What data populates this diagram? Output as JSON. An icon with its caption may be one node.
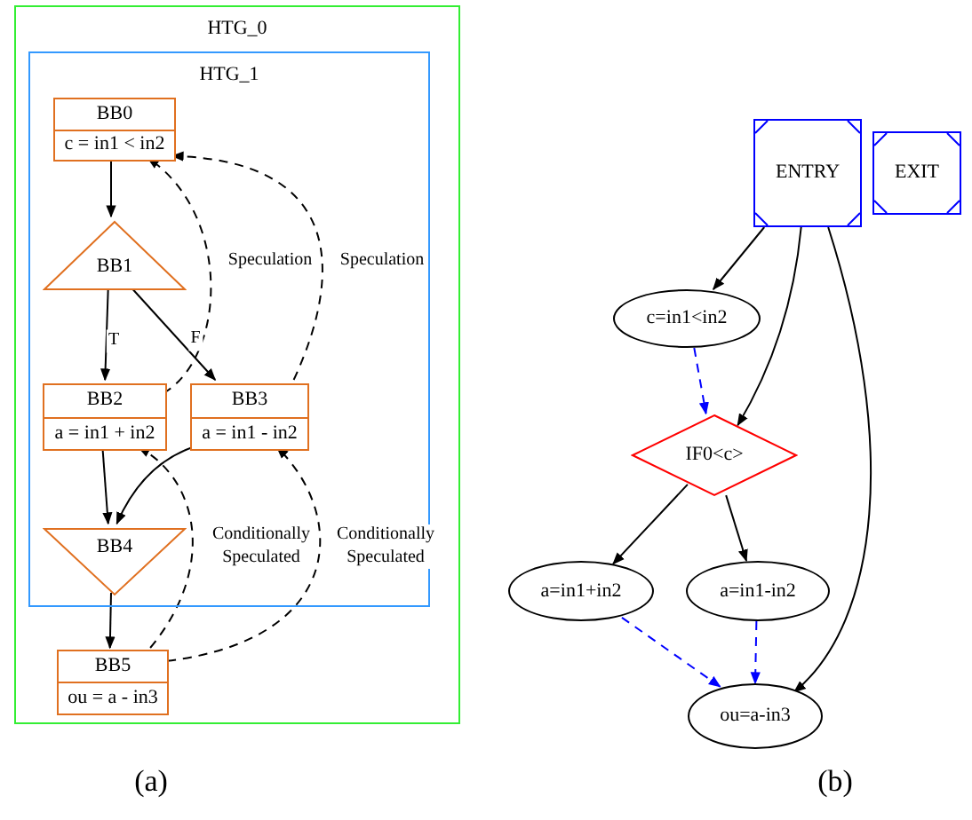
{
  "diagram": {
    "nodes": [
      {
        "text": [
          "HTG_0"
        ]
      },
      {
        "text": [
          "HTG_1"
        ],
        "in": 0
      },
      {
        "text": [
          "BB0",
          "c = in1 < in2"
        ],
        "in": 1
      },
      {
        "text": [
          "BB1"
        ],
        "in": 1
      },
      {
        "text": [
          "BB2",
          "a = in1 + in2"
        ],
        "in": 1
      },
      {
        "text": [
          "BB3",
          "a = in1 - in2"
        ],
        "in": 1
      },
      {
        "text": [
          "BB4"
        ],
        "in": 1
      },
      {
        "text": [
          "BB5",
          "ou = a - in3"
        ],
        "in": 0
      },
      {
        "text": [
          "ENTRY"
        ]
      },
      {
        "text": [
          "EXIT"
        ]
      },
      {
        "text": [
          "c=in1<in2"
        ]
      },
      {
        "text": [
          "IF0<c>"
        ]
      },
      {
        "text": [
          "a=in1+in2"
        ]
      },
      {
        "text": [
          "a=in1-in2"
        ]
      },
      {
        "text": [
          "ou=a-in3"
        ]
      }
    ],
    "edges": [
      {
        "from": 2,
        "to": 3,
        "arrow": "to"
      },
      {
        "from": 3,
        "to": 4,
        "arrow": "to",
        "label": "T"
      },
      {
        "from": 3,
        "to": 5,
        "arrow": "to",
        "label": "F"
      },
      {
        "from": 4,
        "to": 6,
        "arrow": "to"
      },
      {
        "from": 5,
        "to": 6,
        "arrow": "to"
      },
      {
        "from": 6,
        "to": 7,
        "arrow": "to"
      },
      {
        "from": 4,
        "to": 2,
        "arrow": "to",
        "label": "Speculation",
        "style": "dashed"
      },
      {
        "from": 5,
        "to": 2,
        "arrow": "to",
        "label": "Speculation",
        "style": "dashed"
      },
      {
        "from": 7,
        "to": 4,
        "arrow": "to",
        "label": "Conditionally Speculated",
        "style": "dashed"
      },
      {
        "from": 7,
        "to": 5,
        "arrow": "to",
        "label": "Conditionally Speculated",
        "style": "dashed"
      },
      {
        "from": 8,
        "to": 10,
        "arrow": "to"
      },
      {
        "from": 8,
        "to": 11,
        "arrow": "to"
      },
      {
        "from": 8,
        "to": 14,
        "arrow": "to"
      },
      {
        "from": 10,
        "to": 11,
        "arrow": "to",
        "style": "dashed",
        "color": "#0000ff"
      },
      {
        "from": 11,
        "to": 12,
        "arrow": "to"
      },
      {
        "from": 11,
        "to": 13,
        "arrow": "to"
      },
      {
        "from": 12,
        "to": 14,
        "arrow": "to",
        "style": "dashed",
        "color": "#0000ff"
      },
      {
        "from": 13,
        "to": 14,
        "arrow": "to",
        "style": "dashed",
        "color": "#0000ff"
      }
    ],
    "labels": [
      "(a)",
      "(b)"
    ]
  }
}
